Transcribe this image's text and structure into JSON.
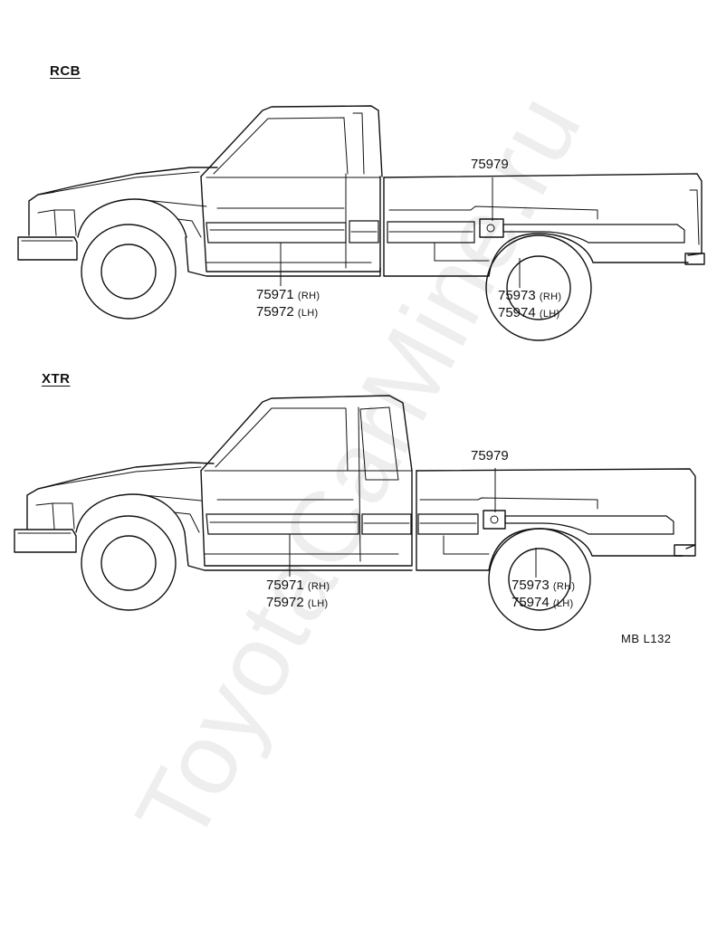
{
  "figure_code": "MB  L132",
  "watermark": "ToyotaCarMine.ru",
  "sections": [
    {
      "label": "RCB",
      "callouts": {
        "fuel_lid": {
          "part": "75979"
        },
        "door_molding": {
          "parts": [
            {
              "number": "75971",
              "side": "(RH)"
            },
            {
              "number": "75972",
              "side": "(LH)"
            }
          ]
        },
        "fender_molding": {
          "parts": [
            {
              "number": "75973",
              "side": "(RH)"
            },
            {
              "number": "75974",
              "side": "(LH)"
            }
          ]
        }
      }
    },
    {
      "label": "XTR",
      "callouts": {
        "fuel_lid": {
          "part": "75979"
        },
        "door_molding": {
          "parts": [
            {
              "number": "75971",
              "side": "(RH)"
            },
            {
              "number": "75972",
              "side": "(LH)"
            }
          ]
        },
        "fender_molding": {
          "parts": [
            {
              "number": "75973",
              "side": "(RH)"
            },
            {
              "number": "75974",
              "side": "(LH)"
            }
          ]
        }
      }
    }
  ]
}
